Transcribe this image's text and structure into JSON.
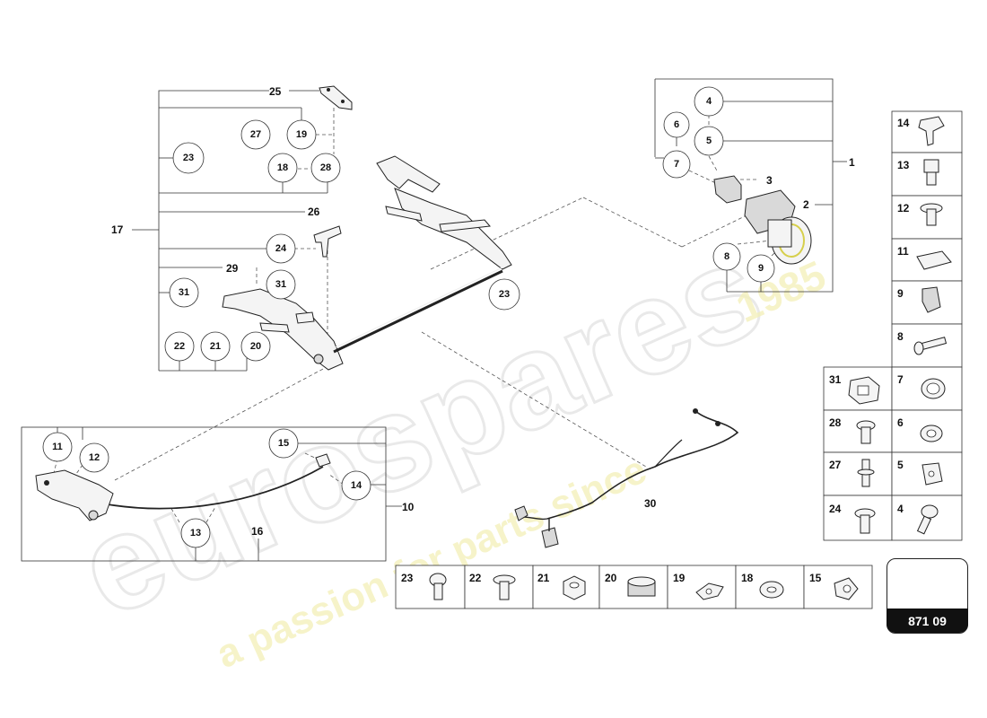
{
  "watermark": {
    "brand": "eurospares",
    "tagline": "a passion for parts since",
    "year": "1985"
  },
  "diagram_ref": "871 09",
  "callouts": {
    "c11": "11",
    "c12": "12",
    "c13": "13",
    "c16": "16",
    "c15": "15",
    "c14": "14",
    "c10": "10",
    "c25": "25",
    "c27": "27",
    "c19": "19",
    "c23a": "23",
    "c18": "18",
    "c28": "28",
    "c17": "17",
    "c26": "26",
    "c24": "24",
    "c29": "29",
    "c31a": "31",
    "c31b": "31",
    "c22": "22",
    "c21": "21",
    "c20": "20",
    "c23b": "23",
    "c30": "30",
    "c4": "4",
    "c6": "6",
    "c5": "5",
    "c7": "7",
    "c1": "1",
    "c3": "3",
    "c2": "2",
    "c8": "8",
    "c9": "9"
  },
  "hardware_right": [
    {
      "left": "14",
      "right": null
    },
    {
      "left": "13",
      "right": null
    },
    {
      "left": "12",
      "right": null
    },
    {
      "left": "11",
      "right": null
    },
    {
      "left": "9",
      "right": null
    },
    {
      "left": "8",
      "right": null
    },
    {
      "left": "31",
      "right": "7"
    },
    {
      "left": "28",
      "right": "6"
    },
    {
      "left": "27",
      "right": "5"
    },
    {
      "left": "24",
      "right": "4"
    }
  ],
  "hardware_bottom": [
    "23",
    "22",
    "21",
    "20",
    "19",
    "18",
    "15"
  ]
}
